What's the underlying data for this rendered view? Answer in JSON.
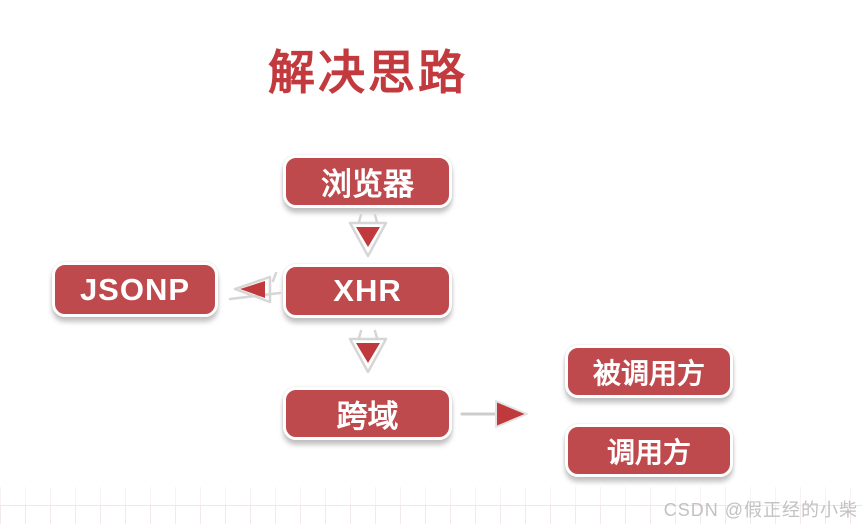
{
  "title": "解决思路",
  "watermark": "CSDN @假正经的小柴",
  "diagram": {
    "nodes": {
      "browser": "浏览器",
      "jsonp": "JSONP",
      "xhr": "XHR",
      "cross_domain": "跨域",
      "callee": "被调用方",
      "caller": "调用方"
    },
    "edges": [
      {
        "from": "browser",
        "to": "xhr",
        "direction": "down"
      },
      {
        "from": "xhr",
        "to": "jsonp",
        "direction": "left"
      },
      {
        "from": "xhr",
        "to": "cross_domain",
        "direction": "down"
      },
      {
        "from": "cross_domain",
        "to": "callee_caller",
        "direction": "right"
      }
    ]
  },
  "colors": {
    "background": "#ffffff",
    "title_text": "#c23a3e",
    "node_fill": "#bf4a4d",
    "node_border": "#ffffff",
    "node_text": "#ffffff",
    "arrow_fill": "#bf393d",
    "arrow_outline": "#d6d6d6",
    "watermark_text": "#c3c1c1",
    "grid_line": "#f2e9e9"
  }
}
